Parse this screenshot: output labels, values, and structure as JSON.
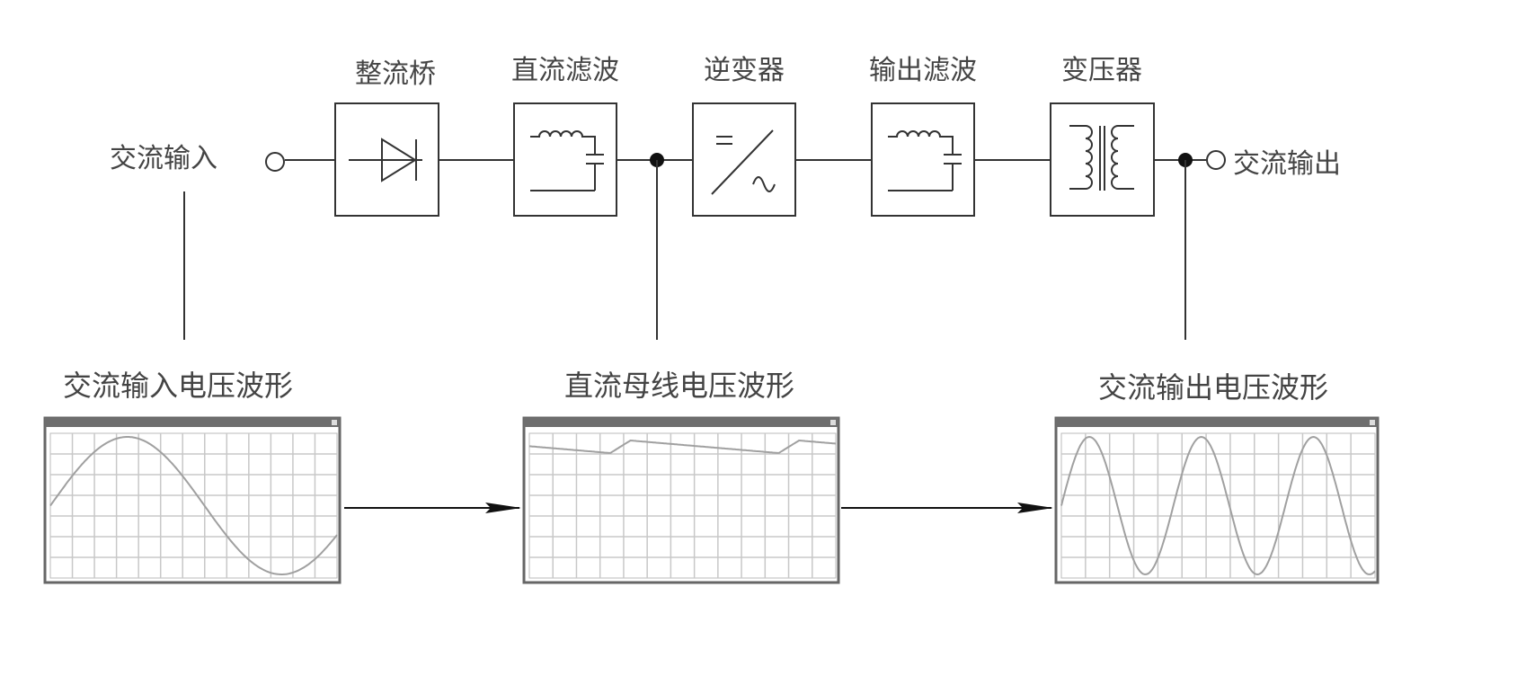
{
  "blocks": [
    {
      "label": "整流桥",
      "icon": "diode-icon"
    },
    {
      "label": "直流滤波",
      "icon": "lc-filter-icon"
    },
    {
      "label": "逆变器",
      "icon": "dc-ac-inverter-icon"
    },
    {
      "label": "输出滤波",
      "icon": "lc-filter-icon"
    },
    {
      "label": "变压器",
      "icon": "transformer-icon"
    }
  ],
  "input_label": "交流输入",
  "output_label": "交流输出",
  "waveforms": [
    {
      "label": "交流输入电压波形",
      "shape": "sine",
      "cycles": 0.93
    },
    {
      "label": "直流母线电压波形",
      "shape": "dc-ripple"
    },
    {
      "label": "交流输出电压波形",
      "shape": "sine",
      "cycles": 2.8
    }
  ],
  "colors": {
    "line": "#333333",
    "trace": "#a0a0a0",
    "titlebar": "#6e6e6e",
    "grid": "#c8c8c8"
  }
}
